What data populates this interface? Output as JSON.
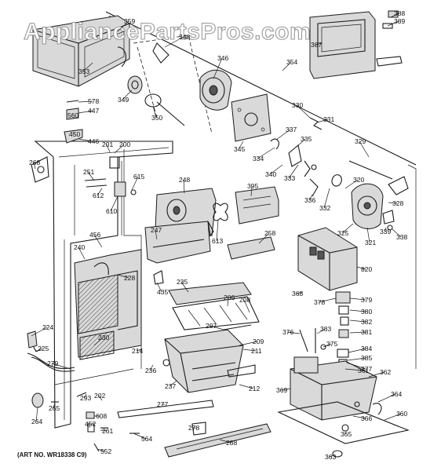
{
  "watermark": "AppliancePartsPros.com",
  "art_number": "(ART NO. WR18338 C9)",
  "callouts": [
    {
      "id": "353"
    },
    {
      "id": "359"
    },
    {
      "id": "348"
    },
    {
      "id": "388"
    },
    {
      "id": "389"
    },
    {
      "id": "387"
    },
    {
      "id": "354"
    },
    {
      "id": "346"
    },
    {
      "id": "578"
    },
    {
      "id": "447"
    },
    {
      "id": "560"
    },
    {
      "id": "450"
    },
    {
      "id": "446"
    },
    {
      "id": "349"
    },
    {
      "id": "350"
    },
    {
      "id": "330"
    },
    {
      "id": "331"
    },
    {
      "id": "201"
    },
    {
      "id": "200"
    },
    {
      "id": "337"
    },
    {
      "id": "335"
    },
    {
      "id": "329"
    },
    {
      "id": "268"
    },
    {
      "id": "345"
    },
    {
      "id": "334"
    },
    {
      "id": "340"
    },
    {
      "id": "333"
    },
    {
      "id": "251"
    },
    {
      "id": "615"
    },
    {
      "id": "248"
    },
    {
      "id": "612"
    },
    {
      "id": "610"
    },
    {
      "id": "395"
    },
    {
      "id": "320"
    },
    {
      "id": "336"
    },
    {
      "id": "332"
    },
    {
      "id": "328"
    },
    {
      "id": "339"
    },
    {
      "id": "338"
    },
    {
      "id": "325"
    },
    {
      "id": "321"
    },
    {
      "id": "247"
    },
    {
      "id": "613"
    },
    {
      "id": "258"
    },
    {
      "id": "456"
    },
    {
      "id": "240"
    },
    {
      "id": "820"
    },
    {
      "id": "228"
    },
    {
      "id": "435"
    },
    {
      "id": "235"
    },
    {
      "id": "368"
    },
    {
      "id": "206"
    },
    {
      "id": "208"
    },
    {
      "id": "378"
    },
    {
      "id": "379"
    },
    {
      "id": "380"
    },
    {
      "id": "382"
    },
    {
      "id": "381"
    },
    {
      "id": "207"
    },
    {
      "id": "376"
    },
    {
      "id": "383"
    },
    {
      "id": "375"
    },
    {
      "id": "224"
    },
    {
      "id": "209"
    },
    {
      "id": "230"
    },
    {
      "id": "211"
    },
    {
      "id": "384"
    },
    {
      "id": "385"
    },
    {
      "id": "377"
    },
    {
      "id": "225"
    },
    {
      "id": "214"
    },
    {
      "id": "279"
    },
    {
      "id": "236"
    },
    {
      "id": "361"
    },
    {
      "id": "362"
    },
    {
      "id": "237"
    },
    {
      "id": "212"
    },
    {
      "id": "369"
    },
    {
      "id": "293"
    },
    {
      "id": "202"
    },
    {
      "id": "265"
    },
    {
      "id": "264"
    },
    {
      "id": "364"
    },
    {
      "id": "277"
    },
    {
      "id": "608"
    },
    {
      "id": "452"
    },
    {
      "id": "261"
    },
    {
      "id": "564"
    },
    {
      "id": "278"
    },
    {
      "id": "366"
    },
    {
      "id": "365"
    },
    {
      "id": "360"
    },
    {
      "id": "552"
    },
    {
      "id": "288"
    },
    {
      "id": "363"
    }
  ]
}
